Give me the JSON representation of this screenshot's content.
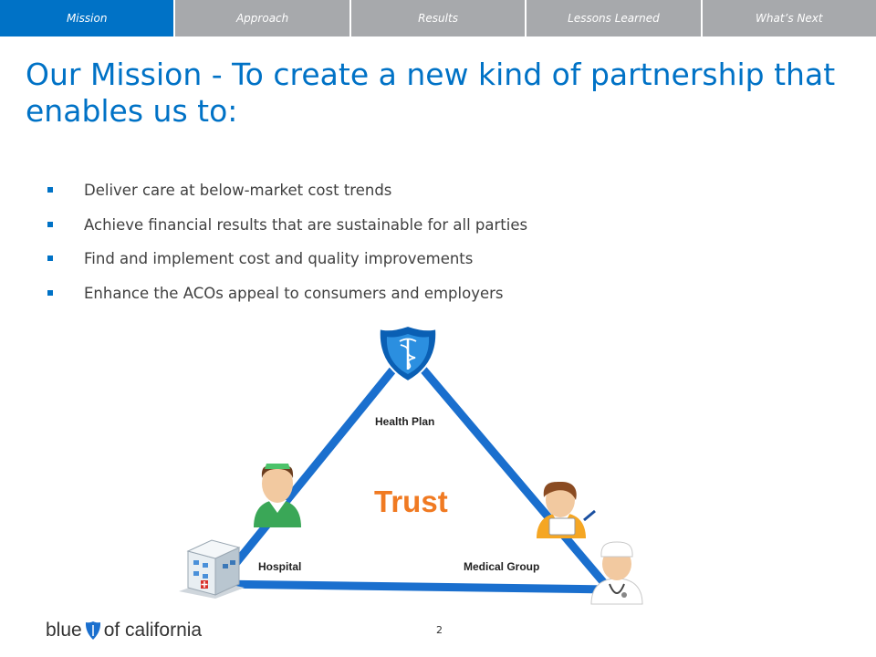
{
  "nav": {
    "tabs": [
      {
        "label": "Mission",
        "active": true
      },
      {
        "label": "Approach",
        "active": false
      },
      {
        "label": "Results",
        "active": false
      },
      {
        "label": "Lessons Learned",
        "active": false
      },
      {
        "label": "What’s Next",
        "active": false
      }
    ]
  },
  "title": "Our Mission - To create a new kind of partnership that enables us to:",
  "bullets": [
    "Deliver care at below-market cost trends",
    "Achieve financial results that are sustainable for all parties",
    "Find and implement cost and quality improvements",
    "Enhance the ACOs appeal to consumers and employers"
  ],
  "diagram": {
    "center_label": "Trust",
    "nodes": {
      "top": "Health Plan",
      "left": "Hospital",
      "right": "Medical Group"
    }
  },
  "footer": {
    "logo_left": "blue",
    "logo_right": "of california",
    "page_number": "2"
  },
  "colors": {
    "accent": "#0072c6",
    "nav_gray": "#a7a9ac",
    "trust_orange": "#f07a22"
  },
  "icons": [
    "shield-caduceus-icon",
    "nurse-icon",
    "doctor-writing-icon",
    "surgeon-icon",
    "hospital-building-icon"
  ]
}
